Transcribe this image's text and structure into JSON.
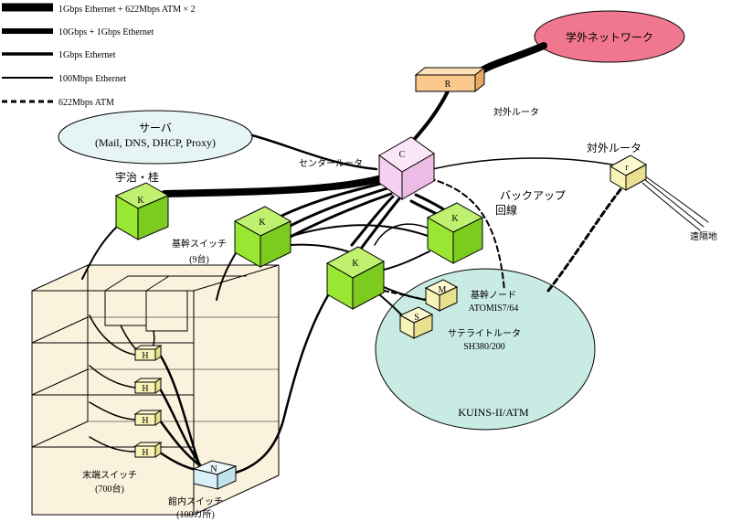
{
  "legend": [
    {
      "label": "1Gbps Ethernet + 622Mbps ATM × 2",
      "style": "gige-atm"
    },
    {
      "label": "10Gbps + 1Gbps Ethernet",
      "style": "10g"
    },
    {
      "label": "1Gbps Ethernet",
      "style": "gige"
    },
    {
      "label": "100Mbps Ethernet",
      "style": "fe"
    },
    {
      "label": "622Mbps ATM",
      "style": "atm"
    }
  ],
  "clouds": {
    "external": "学外ネットワーク",
    "server_title": "サーバ",
    "server_detail": "(Mail, DNS, DHCP, Proxy)",
    "kuins": "KUINS-II/ATM"
  },
  "nodes": {
    "router_external": {
      "letter": "R",
      "label": "対外ルータ"
    },
    "center_router": {
      "letter": "C",
      "label": "センタールータ"
    },
    "router_remote": {
      "letter": "r",
      "label": "対外ルータ"
    },
    "remote_site": {
      "label": "遠隔地"
    },
    "uji": {
      "letter": "K",
      "label": "宇治・桂"
    },
    "backbone_switch": {
      "letter": "K",
      "label": "基幹スイッチ",
      "count": "(9台)"
    },
    "backbone_switch_center": {
      "letter": "K"
    },
    "backbone_switch_right": {
      "letter": "K"
    },
    "backup_line": {
      "line1": "バックアップ",
      "line2": "回線"
    },
    "backbone_node": {
      "letter": "M",
      "label": "基幹ノード",
      "model": "ATOMIS7/64"
    },
    "satellite_router": {
      "letter": "S",
      "label": "サテライトルータ",
      "model": "SH380/200"
    },
    "edge_switch": {
      "letter": "H",
      "label": "末端スイッチ",
      "count": "(700台)"
    },
    "building_switch": {
      "letter": "N",
      "label": "館内スイッチ",
      "count": "(100カ所)"
    }
  },
  "colors": {
    "cube_green": "#99e633",
    "center_pink": "#f5d0f0",
    "router_orange": "#fbc88e",
    "small_yellow": "#f8f4b8",
    "server_cloud": "#e6f4f6",
    "kuins_cloud": "#c8ebe3",
    "external_cloud": "#f1778e",
    "building_tan": "#fbf2dd"
  }
}
